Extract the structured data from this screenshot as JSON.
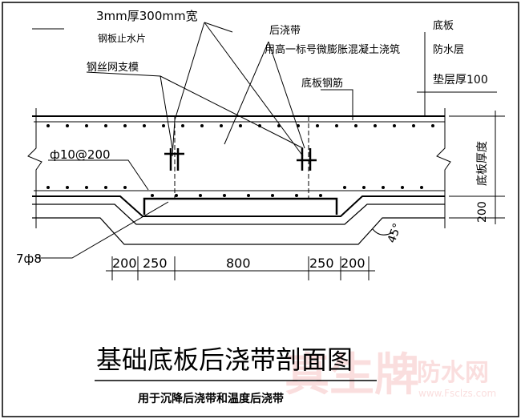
{
  "labels": {
    "waterstop_size": "3mm厚300mm宽",
    "waterstop_name": "钢板止水片",
    "wire_mesh": "钢丝网支模",
    "post_pour_title": "后浇带",
    "post_pour_note": "用高一标号微膨胀混凝土浇筑",
    "slab_rebar": "底板钢筋",
    "layer_slab": "底板",
    "layer_waterproof": "防水层",
    "layer_cushion": "垫层厚100",
    "rebar_spacing": "ф10@200",
    "rebar_count": "7ф8",
    "angle": "45°",
    "slab_thickness": "底板厚度",
    "dim_200_right": "200"
  },
  "dimensions": [
    "200",
    "250",
    "800",
    "250",
    "200"
  ],
  "caption": {
    "title": "基础底板后浇带剖面图",
    "subtitle": "用于沉降后浇带和温度后浇带"
  },
  "watermark": {
    "left": "真生牌",
    "right": "防水网",
    "url": "www.Fsclzs.com"
  }
}
